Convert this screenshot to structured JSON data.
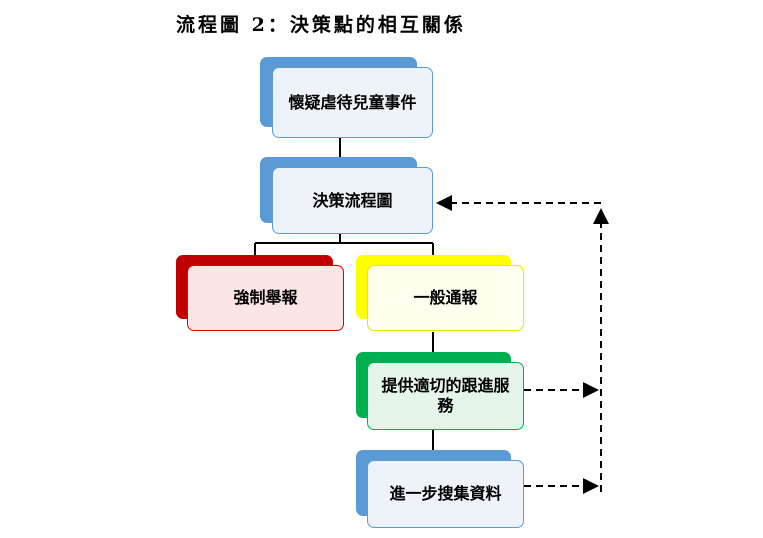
{
  "title": "流程圖 2：決策點的相互關係",
  "nodes": {
    "suspected": {
      "label": "懷疑虐待兒童事件"
    },
    "decision": {
      "label": "決策流程圖"
    },
    "mandatory": {
      "label": "強制舉報"
    },
    "general": {
      "label": "一般通報"
    },
    "services": {
      "label": "提供適切的跟進服務"
    },
    "collect": {
      "label": "進一步搜集資料"
    }
  },
  "colors": {
    "blue_back": "#5b9bd5",
    "blue_front_fill": "#eef3fa",
    "blue_border": "#5b9bd5",
    "red_back": "#c00000",
    "red_front_fill": "#fbe5e5",
    "red_border": "#e00000",
    "yellow_back": "#ffff00",
    "yellow_front_fill": "#fffff0",
    "yellow_border": "#e8e800",
    "green_back": "#00b050",
    "green_front_fill": "#e6f5ea",
    "green_border": "#00b050"
  }
}
